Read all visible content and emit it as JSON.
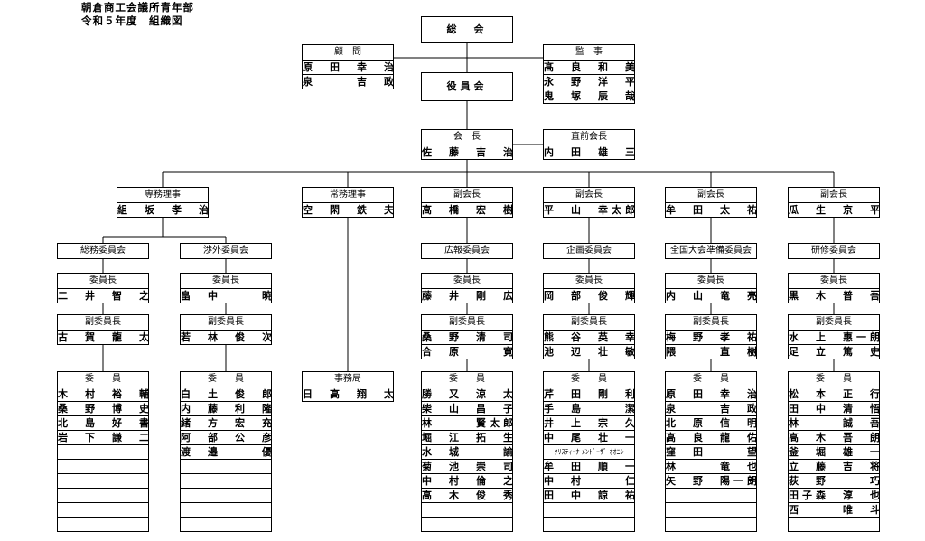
{
  "header": {
    "line1": "朝倉商工会議所青年部",
    "line2": "令和５年度　組織図"
  },
  "top": {
    "general_assembly": "総　会",
    "board": "役員会",
    "advisor": {
      "title": "顧　問",
      "names": [
        "原　田　幸　治",
        "泉　　　吉　政"
      ]
    },
    "auditor": {
      "title": "監　事",
      "names": [
        "髙　良　和　美",
        "永　野　洋　平",
        "鬼　塚　辰　哉"
      ]
    },
    "chair": {
      "title": "会　長",
      "names": [
        "佐　藤　吉　治"
      ]
    },
    "past_chair": {
      "title": "直前会長",
      "names": [
        "内　田　雄　三"
      ]
    }
  },
  "officers": [
    {
      "title": "専務理事",
      "names": [
        "組　坂　孝　治"
      ]
    },
    {
      "title": "常務理事",
      "names": [
        "空　閑　鉄　夫"
      ]
    },
    {
      "title": "副会長",
      "names": [
        "高　橋　宏　樹"
      ]
    },
    {
      "title": "副会長",
      "names": [
        "平　山　幸太郎"
      ]
    },
    {
      "title": "副会長",
      "names": [
        "牟　田　太　祐"
      ]
    },
    {
      "title": "副会長",
      "names": [
        "瓜　生　京　平"
      ]
    }
  ],
  "secretariat": {
    "title": "事務局",
    "names": [
      "日　高　翔　太"
    ]
  },
  "committees": [
    {
      "name": "総務委員会",
      "chair": {
        "title": "委員長",
        "names": [
          "二　井　智　之"
        ]
      },
      "vice": {
        "title": "副委員長",
        "names": [
          "古　賀　龍　太"
        ]
      },
      "members": {
        "title": "委　　員",
        "names": [
          "木　村　裕　輔",
          "桑　野　博　史",
          "北　島　好　書",
          "岩　下　謙　二",
          "",
          "",
          "",
          "",
          "",
          ""
        ]
      }
    },
    {
      "name": "渉外委員会",
      "chair": {
        "title": "委員長",
        "names": [
          "畠　中　　　暁"
        ]
      },
      "vice": {
        "title": "副委員長",
        "names": [
          "若　林　俊　次"
        ]
      },
      "members": {
        "title": "委　　員",
        "names": [
          "白　土　俊　郎",
          "内　藤　利　隆",
          "緒　方　宏　充",
          "阿　部　公　彦",
          "渡　邉　　　優"
        ]
      }
    },
    {
      "name": "広報委員会",
      "chair": {
        "title": "委員長",
        "names": [
          "藤　井　剛　広"
        ]
      },
      "vice": {
        "title": "副委員長",
        "names": [
          "桑　野　清　司",
          "合　原　　　寛"
        ]
      },
      "members": {
        "title": "委　　員",
        "names": [
          "勝　又　涼　太",
          "柴　山　昌　子",
          "林　　　賢太郎",
          "堀　江　拓　生",
          "水　城　　　諭",
          "菊　池　崇　司",
          "中　村　倫　之",
          "高　木　俊　秀",
          "",
          ""
        ]
      }
    },
    {
      "name": "企画委員会",
      "chair": {
        "title": "委員長",
        "names": [
          "岡　部　俊　輝"
        ]
      },
      "vice": {
        "title": "副委員長",
        "names": [
          "熊　谷　英　幸",
          "池　辺　壮　敏"
        ]
      },
      "members": {
        "title": "委　　員",
        "names": [
          "芹　田　剛　利",
          "手　島　　　潔",
          "井　上　宗　久",
          "中　尾　壮　一",
          "ｸﾘｽﾃｨｰﾅ ﾒﾝﾄﾞｰｻﾞ ｵｵﾆｼ",
          "牟　田　順　一",
          "中　村　　　仁",
          "田　中　諒　祐",
          "",
          ""
        ]
      }
    },
    {
      "name": "全国大会準備委員会",
      "chair": {
        "title": "委員長",
        "names": [
          "内　山　竜　亮"
        ]
      },
      "vice": {
        "title": "副委員長",
        "names": [
          "梅　野　孝　祐",
          "隈　　　直　樹"
        ]
      },
      "members": {
        "title": "委　　員",
        "names": [
          "原　田　幸　治",
          "泉　　　吉　政",
          "北　原　信　明",
          "高　良　龍　佑",
          "窪　田　　　望",
          "林　　　竜　也",
          "矢　野　陽一朗",
          "",
          "",
          ""
        ]
      }
    },
    {
      "name": "研修委員会",
      "chair": {
        "title": "委員長",
        "names": [
          "黒　木　普　吾"
        ]
      },
      "vice": {
        "title": "副委員長",
        "names": [
          "水　上　惠一朗",
          "足　立　篤　史"
        ]
      },
      "members": {
        "title": "委　　員",
        "names": [
          "松　本　正　行",
          "田　中　清　悟",
          "林　　　誠　吾",
          "高　木　吾　朗",
          "釜　堀　雄　一",
          "立　藤　吉　将",
          "荻　野　　　巧",
          "田子森　淳　也",
          "西　　　唯　斗",
          ""
        ]
      }
    }
  ]
}
